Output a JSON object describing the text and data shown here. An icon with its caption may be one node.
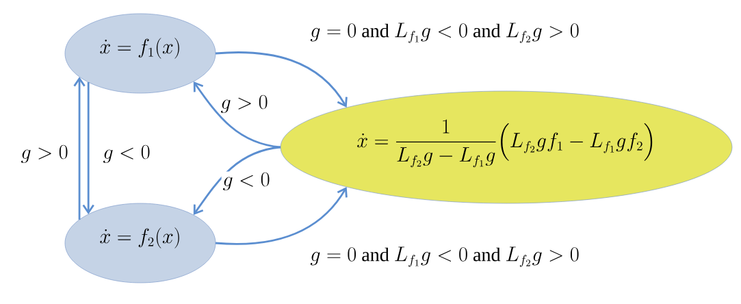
{
  "diagram": {
    "nodes": [
      {
        "text": [
          "\\dot{x} = f_1(x)"
        ]
      },
      {
        "text": [
          "\\dot{x} = f_2(x)"
        ]
      },
      {
        "text": [
          "\\dot{x} = \\frac{1}{L_{f_2}g - L_{f_1}g}\\Big(L_{f_2}g f_1 - L_{f_1}g f_2\\Big)"
        ]
      }
    ],
    "edges": [
      {
        "from": 0,
        "to": 2,
        "arrow": "to",
        "label": "g = 0 \\ \\mathrm{and}\\ L_{f_1}g < 0 \\ \\mathrm{and}\\ L_{f_2}g > 0"
      },
      {
        "from": 2,
        "to": 0,
        "arrow": "to",
        "label": "g > 0"
      },
      {
        "from": 2,
        "to": 1,
        "arrow": "to",
        "label": "g < 0"
      },
      {
        "from": 1,
        "to": 2,
        "arrow": "to",
        "label": "g = 0 \\ \\mathrm{and}\\ L_{f_1}g < 0 \\ \\mathrm{and}\\ L_{f_2}g > 0"
      },
      {
        "from": 1,
        "to": 0,
        "arrow": "to",
        "label": "g > 0"
      },
      {
        "from": 0,
        "to": 1,
        "arrow": "to",
        "label": "g < 0"
      }
    ]
  }
}
